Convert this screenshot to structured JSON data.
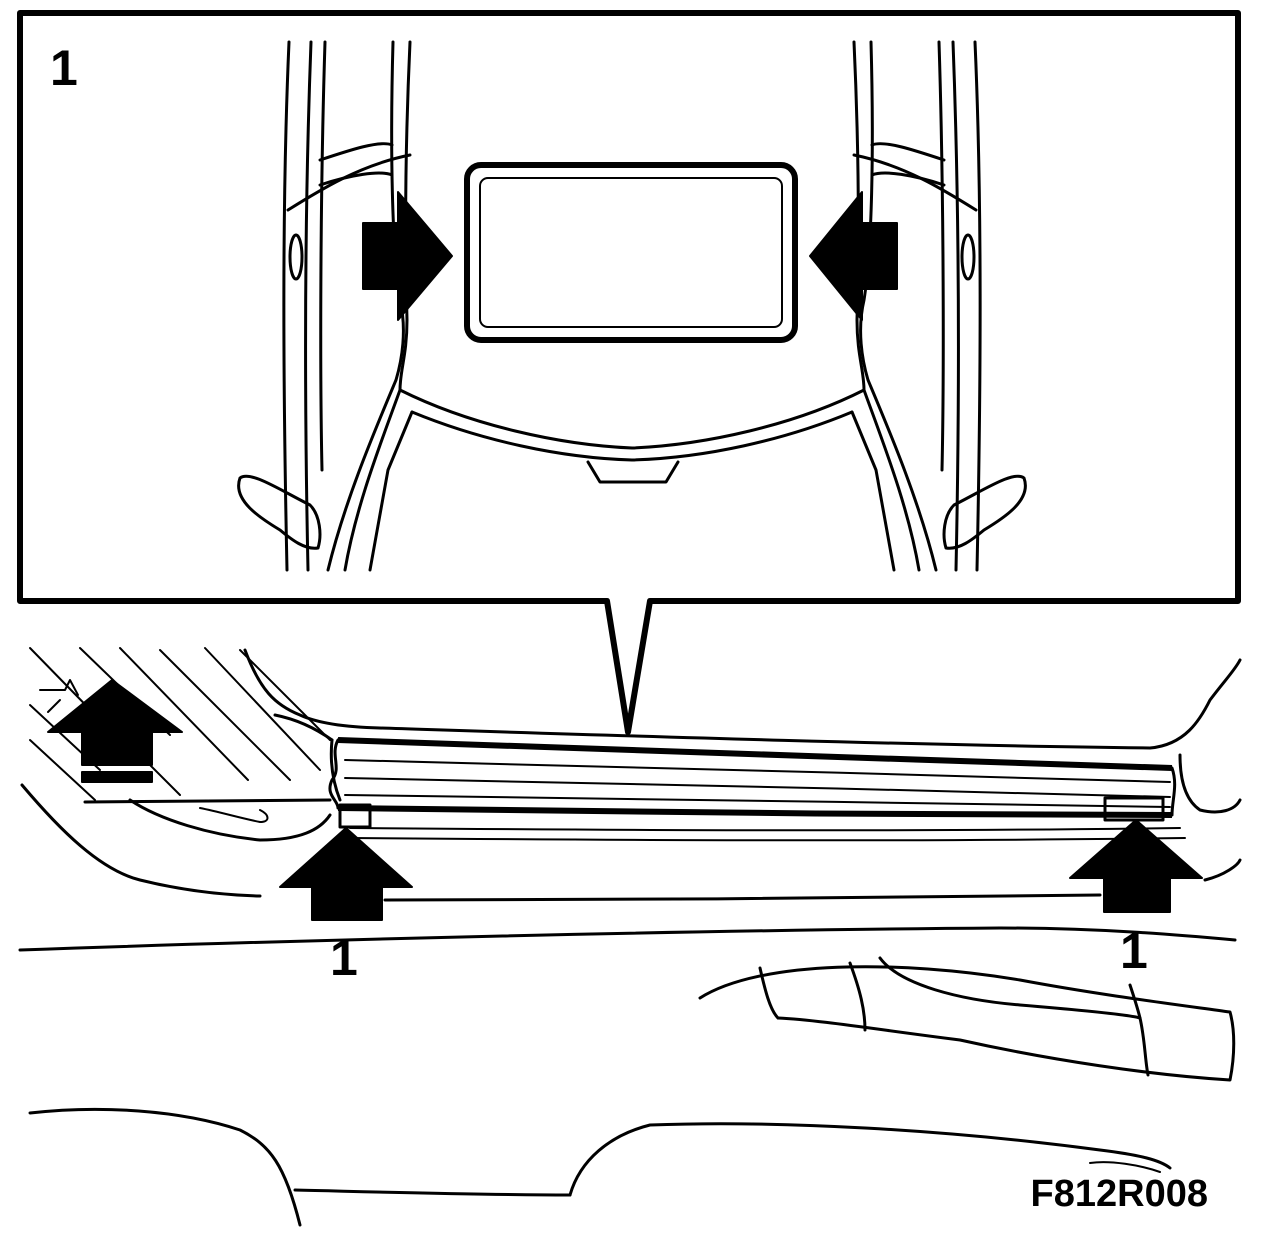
{
  "inset": {
    "callout_number": "1"
  },
  "callouts": {
    "left_marker": "1",
    "right_marker": "1"
  },
  "figure_code": "F812R008",
  "arrow_color": "#000000",
  "line_color": "#000000",
  "background": "#ffffff"
}
